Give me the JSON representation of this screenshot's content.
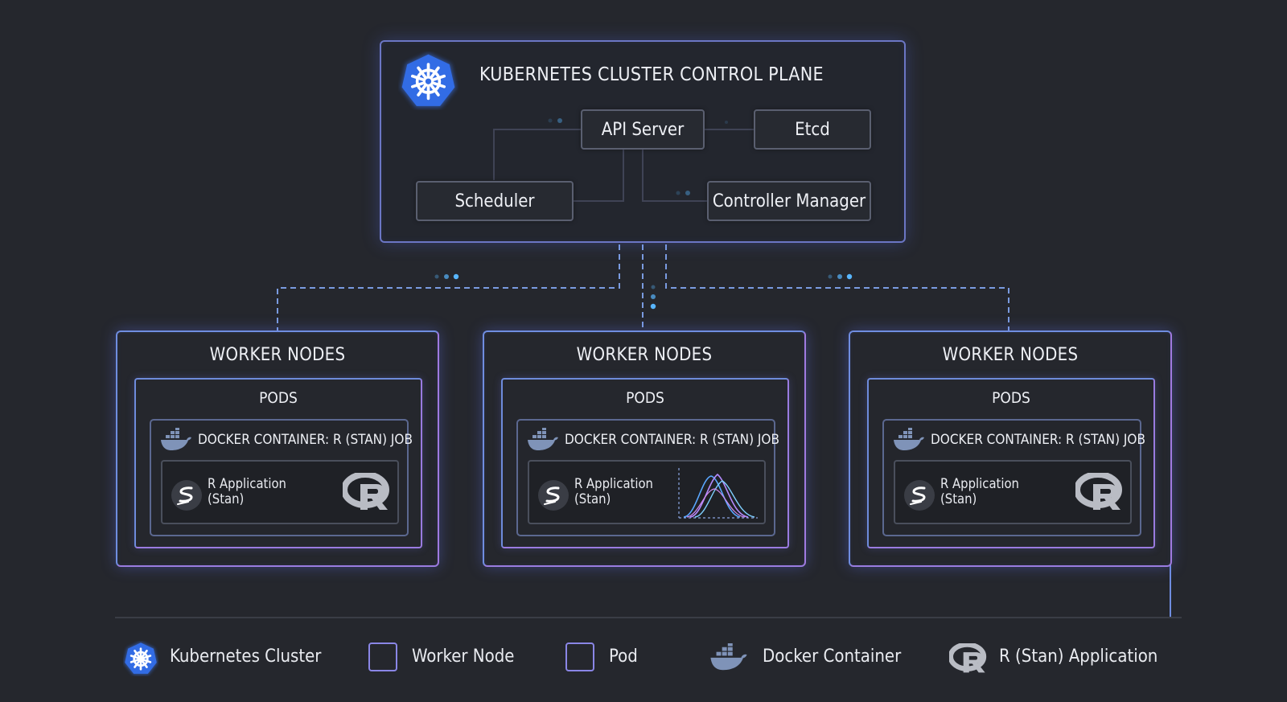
{
  "control_plane": {
    "title": "KUBERNETES CLUSTER CONTROL PLANE",
    "components": {
      "api_server": "API Server",
      "etcd": "Etcd",
      "scheduler": "Scheduler",
      "controller_manager": "Controller Manager"
    }
  },
  "workers": [
    {
      "title": "WORKER NODES",
      "pod_title": "PODS",
      "container_title": "DOCKER CONTAINER: R (STAN) JOB",
      "app_line1": "R Application",
      "app_line2": "(Stan)",
      "visual": "r-logo"
    },
    {
      "title": "WORKER NODES",
      "pod_title": "PODS",
      "container_title": "DOCKER CONTAINER: R (STAN) JOB",
      "app_line1": "R Application",
      "app_line2": "(Stan)",
      "visual": "density-plot"
    },
    {
      "title": "WORKER NODES",
      "pod_title": "PODS",
      "container_title": "DOCKER CONTAINER: R (STAN) JOB",
      "app_line1": "R Application",
      "app_line2": "(Stan)",
      "visual": "r-logo"
    }
  ],
  "legend": {
    "kubernetes": "Kubernetes Cluster",
    "worker_node": "Worker Node",
    "pod": "Pod",
    "docker": "Docker Container",
    "r_app": "R (Stan) Application"
  },
  "colors": {
    "background": "#25272d",
    "kubernetes_blue": "#326ce5",
    "node_border_blue": "#6f8de0",
    "node_border_purple": "#a07ae0",
    "docker_blue": "#7f93b8",
    "r_gray": "#b9bcc4"
  }
}
